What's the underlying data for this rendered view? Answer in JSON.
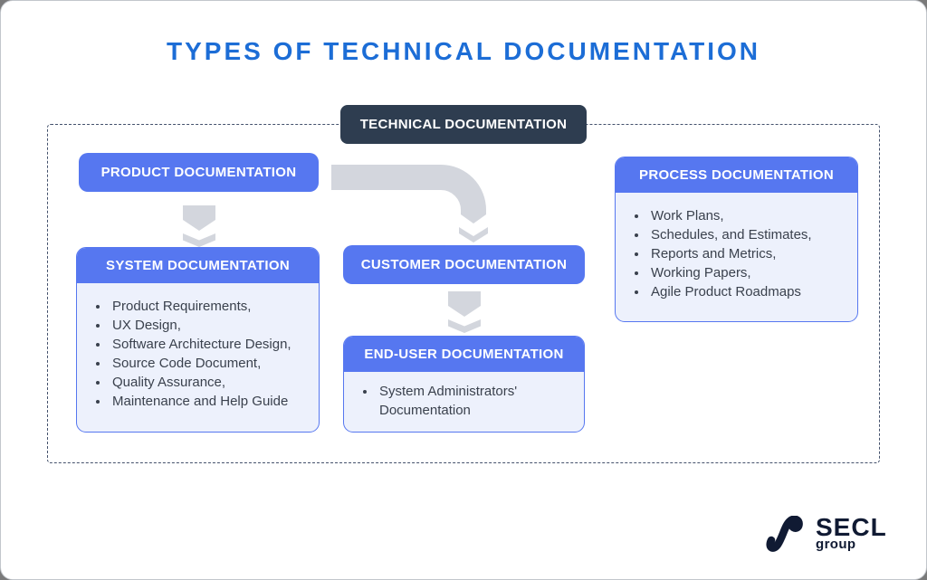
{
  "page": {
    "title": "TYPES OF TECHNICAL DOCUMENTATION"
  },
  "root": {
    "label": "TECHNICAL DOCUMENTATION"
  },
  "nodes": {
    "product": {
      "label": "PRODUCT DOCUMENTATION"
    },
    "system": {
      "label": "SYSTEM DOCUMENTATION",
      "items": [
        "Product Requirements,",
        "UX Design,",
        "Software Architecture Design,",
        "Source Code Document,",
        "Quality Assurance,",
        "Maintenance and Help Guide"
      ]
    },
    "customer": {
      "label": "CUSTOMER DOCUMENTATION"
    },
    "end_user": {
      "label": "END-USER DOCUMENTATION",
      "items": [
        "System Administrators' Documentation"
      ]
    },
    "process": {
      "label": "PROCESS DOCUMENTATION",
      "items": [
        "Work Plans,",
        "Schedules, and Estimates,",
        "Reports and Metrics,",
        "Working Papers,",
        "Agile Product Roadmaps"
      ]
    }
  },
  "logo": {
    "brand": "SECL",
    "sub": "group"
  },
  "colors": {
    "accent_blue": "#5677f0",
    "panel_bg": "#edf1fc",
    "dark_navy": "#2e3d50",
    "arrow_gray": "#d3d6dd",
    "title_blue": "#1c6dd6",
    "text_dark": "#3a414d",
    "frame_dash": "#44516c",
    "logo_navy": "#101a33"
  }
}
